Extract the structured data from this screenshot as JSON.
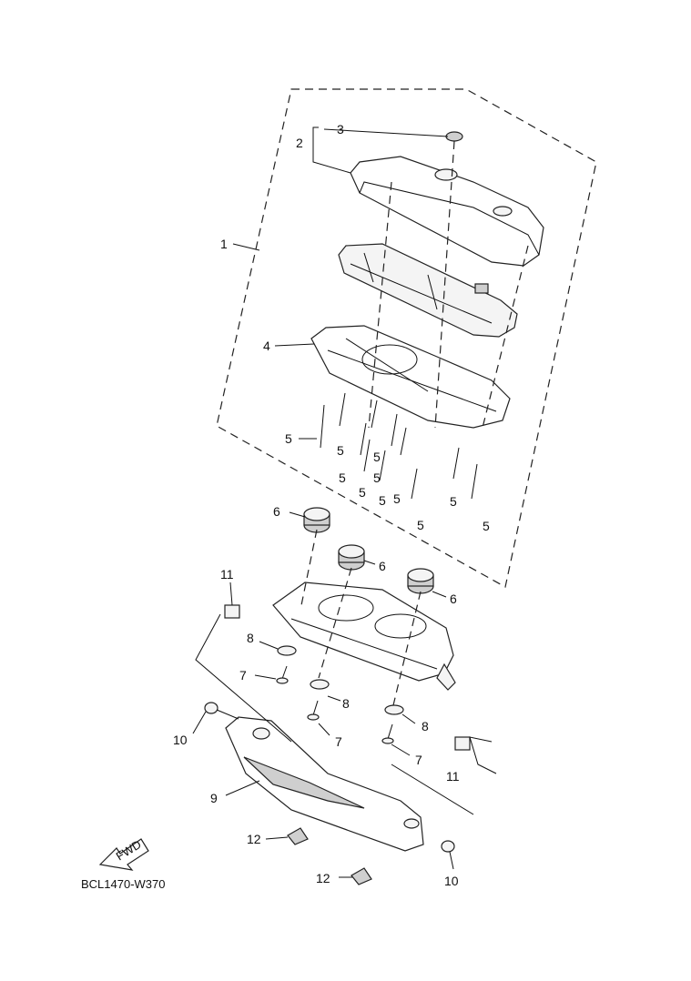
{
  "diagram_code": "BCL1470-W370",
  "fwd_label": "FWD",
  "callouts": {
    "c1": "1",
    "c2": "2",
    "c3": "3",
    "c4": "4",
    "c5a": "5",
    "c5b": "5",
    "c5c": "5",
    "c5d": "5",
    "c5e": "5",
    "c5f": "5",
    "c5g": "5",
    "c5h": "5",
    "c5i": "5",
    "c5j": "5",
    "c5k": "5",
    "c6a": "6",
    "c6b": "6",
    "c6c": "6",
    "c7a": "7",
    "c7b": "7",
    "c7c": "7",
    "c8a": "8",
    "c8b": "8",
    "c8c": "8",
    "c9": "9",
    "c10a": "10",
    "c10b": "10",
    "c11a": "11",
    "c11b": "11",
    "c12a": "12",
    "c12b": "12"
  }
}
